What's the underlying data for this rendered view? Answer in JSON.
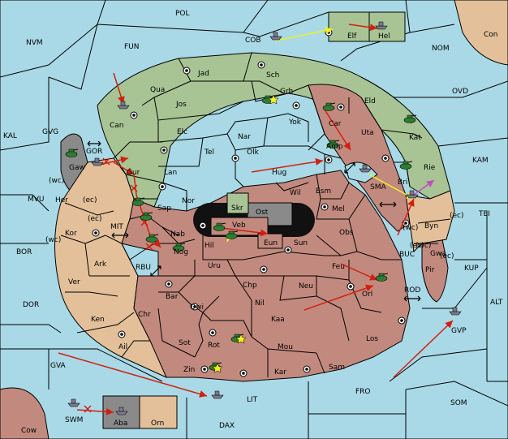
{
  "colors": {
    "sea": "#a9d9e6",
    "green": "#a8c494",
    "red": "#c28a7e",
    "tan": "#e3c09a",
    "gray": "#8a8a8a",
    "move_arrow": "#d21f10",
    "yellow_arrow": "#f0f020",
    "violet_arrow": "#c050c0",
    "fleet": "#7a7a8c",
    "army": "#2e7d32"
  },
  "labels": {
    "POL": "POL",
    "NVM": "NVM",
    "FUN": "FUN",
    "COB": "COB",
    "NOM": "NOM",
    "Con": "Con",
    "OVD": "OVD",
    "KAL": "KAL",
    "GVG": "GVG",
    "KAM": "KAM",
    "TEI": "TEI",
    "MVU": "MVU",
    "BOR": "BOR",
    "DOR": "DOR",
    "GVA": "GVA",
    "ALT": "ALT",
    "KUP": "KUP",
    "BUC": "BUC",
    "ROD": "ROD",
    "GVP": "GVP",
    "SOM": "SOM",
    "FRO": "FRO",
    "LIT": "LIT",
    "SWM": "SWM",
    "DAX": "DAX",
    "Cow": "Cow",
    "MIT": "MIT",
    "RBU": "RBU",
    "SMA": "SMA",
    "GOR": "GOR",
    "Elf": "Elf",
    "Hel": "Hel",
    "Jad": "Jad",
    "Sch": "Sch",
    "Qua": "Qua",
    "Can": "Can",
    "Jos": "Jos",
    "Grh": "Grh",
    "Eld": "Eld",
    "Car": "Car",
    "Uta": "Uta",
    "Kat": "Kat",
    "Elc": "Elc",
    "Nar": "Nar",
    "Yok": "Yok",
    "Tel": "Tel",
    "Olk": "Olk",
    "Amp": "Amp",
    "Rie": "Rie",
    "Lan": "Lan",
    "Hug": "Hug",
    "Gur": "Gur",
    "Bri": "Bri",
    "Gaw": "Gaw",
    "Wil": "Wil",
    "Esm": "Esm",
    "Nor": "Nor",
    "Skr": "Skr",
    "Sap": "Sap",
    "Ost": "Ost",
    "Mel": "Mel",
    "Her": "Her",
    "ec1": "(ec)",
    "wc1": "(wc)",
    "ec2": "(ec)",
    "ec3": "(ec)",
    "Veb": "Veb",
    "Kor": "Kor",
    "wc2": "(wc)",
    "Nab": "Nab",
    "Obs": "Obs",
    "Hil": "Hil",
    "Eun": "Eun",
    "Sun": "Sun",
    "wc3": "(wc)",
    "Byn": "Byn",
    "ec4": "(ec)",
    "Nog": "Nog",
    "wc4": "(wc)",
    "Gwa": "Gwa",
    "ec5": "(ec)",
    "Ark": "Ark",
    "Uru": "Uru",
    "Feu": "Feu",
    "Pir": "Pir",
    "Ver": "Ver",
    "Chp": "Chp",
    "Neu": "Neu",
    "Bar": "Bar",
    "Qwi": "Qwi",
    "Nil": "Nil",
    "Orl": "Orl",
    "Ken": "Ken",
    "Chr": "Chr",
    "Kaa": "Kaa",
    "Sot": "Sot",
    "Rot": "Rot",
    "Mou": "Mou",
    "Los": "Los",
    "Ail": "Ail",
    "Zin": "Zin",
    "Kar": "Kar",
    "Sam": "Sam",
    "Aba": "Aba",
    "Orn": "Orn"
  }
}
